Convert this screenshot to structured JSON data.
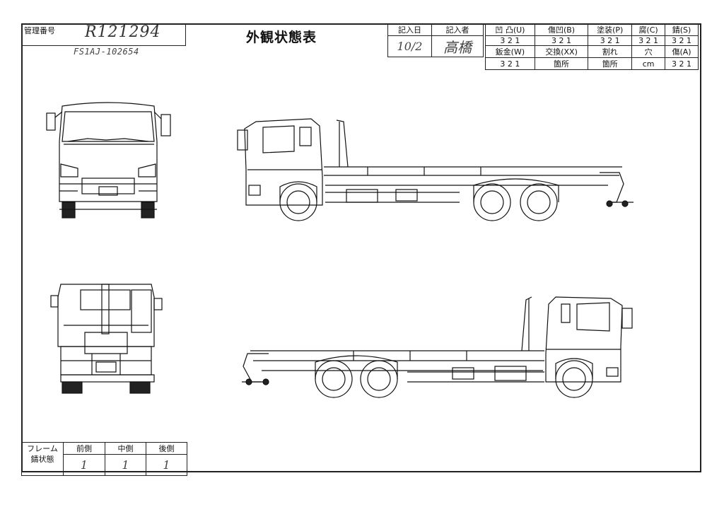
{
  "form": {
    "control_number_label": "管理番号",
    "control_number_value": "R121294",
    "chassis_number": "FS1AJ-102654",
    "title": "外観状態表"
  },
  "entry": {
    "date_label": "記入日",
    "date_value": "10/2",
    "writer_label": "記入者",
    "writer_value": "高橋"
  },
  "legend": {
    "row1": [
      "凹 凸(U)",
      "傷凹(B)",
      "塗装(P)",
      "腐(C)",
      "錆(S)"
    ],
    "row2": [
      "3 2 1",
      "3 2 1",
      "3 2 1",
      "3 2 1",
      "3 2 1"
    ],
    "row3": [
      "鈑金(W)",
      "交換(XX)",
      "割れ",
      "穴",
      "傷(A)"
    ],
    "row4": [
      "3 2 1",
      "箇所",
      "箇所",
      "cm",
      "3 2 1"
    ]
  },
  "frame_rust": {
    "label_line1": "フレーム",
    "label_line2": "錆状態",
    "headers": [
      "前側",
      "中側",
      "後側"
    ],
    "values": [
      "1",
      "1",
      "1"
    ]
  }
}
